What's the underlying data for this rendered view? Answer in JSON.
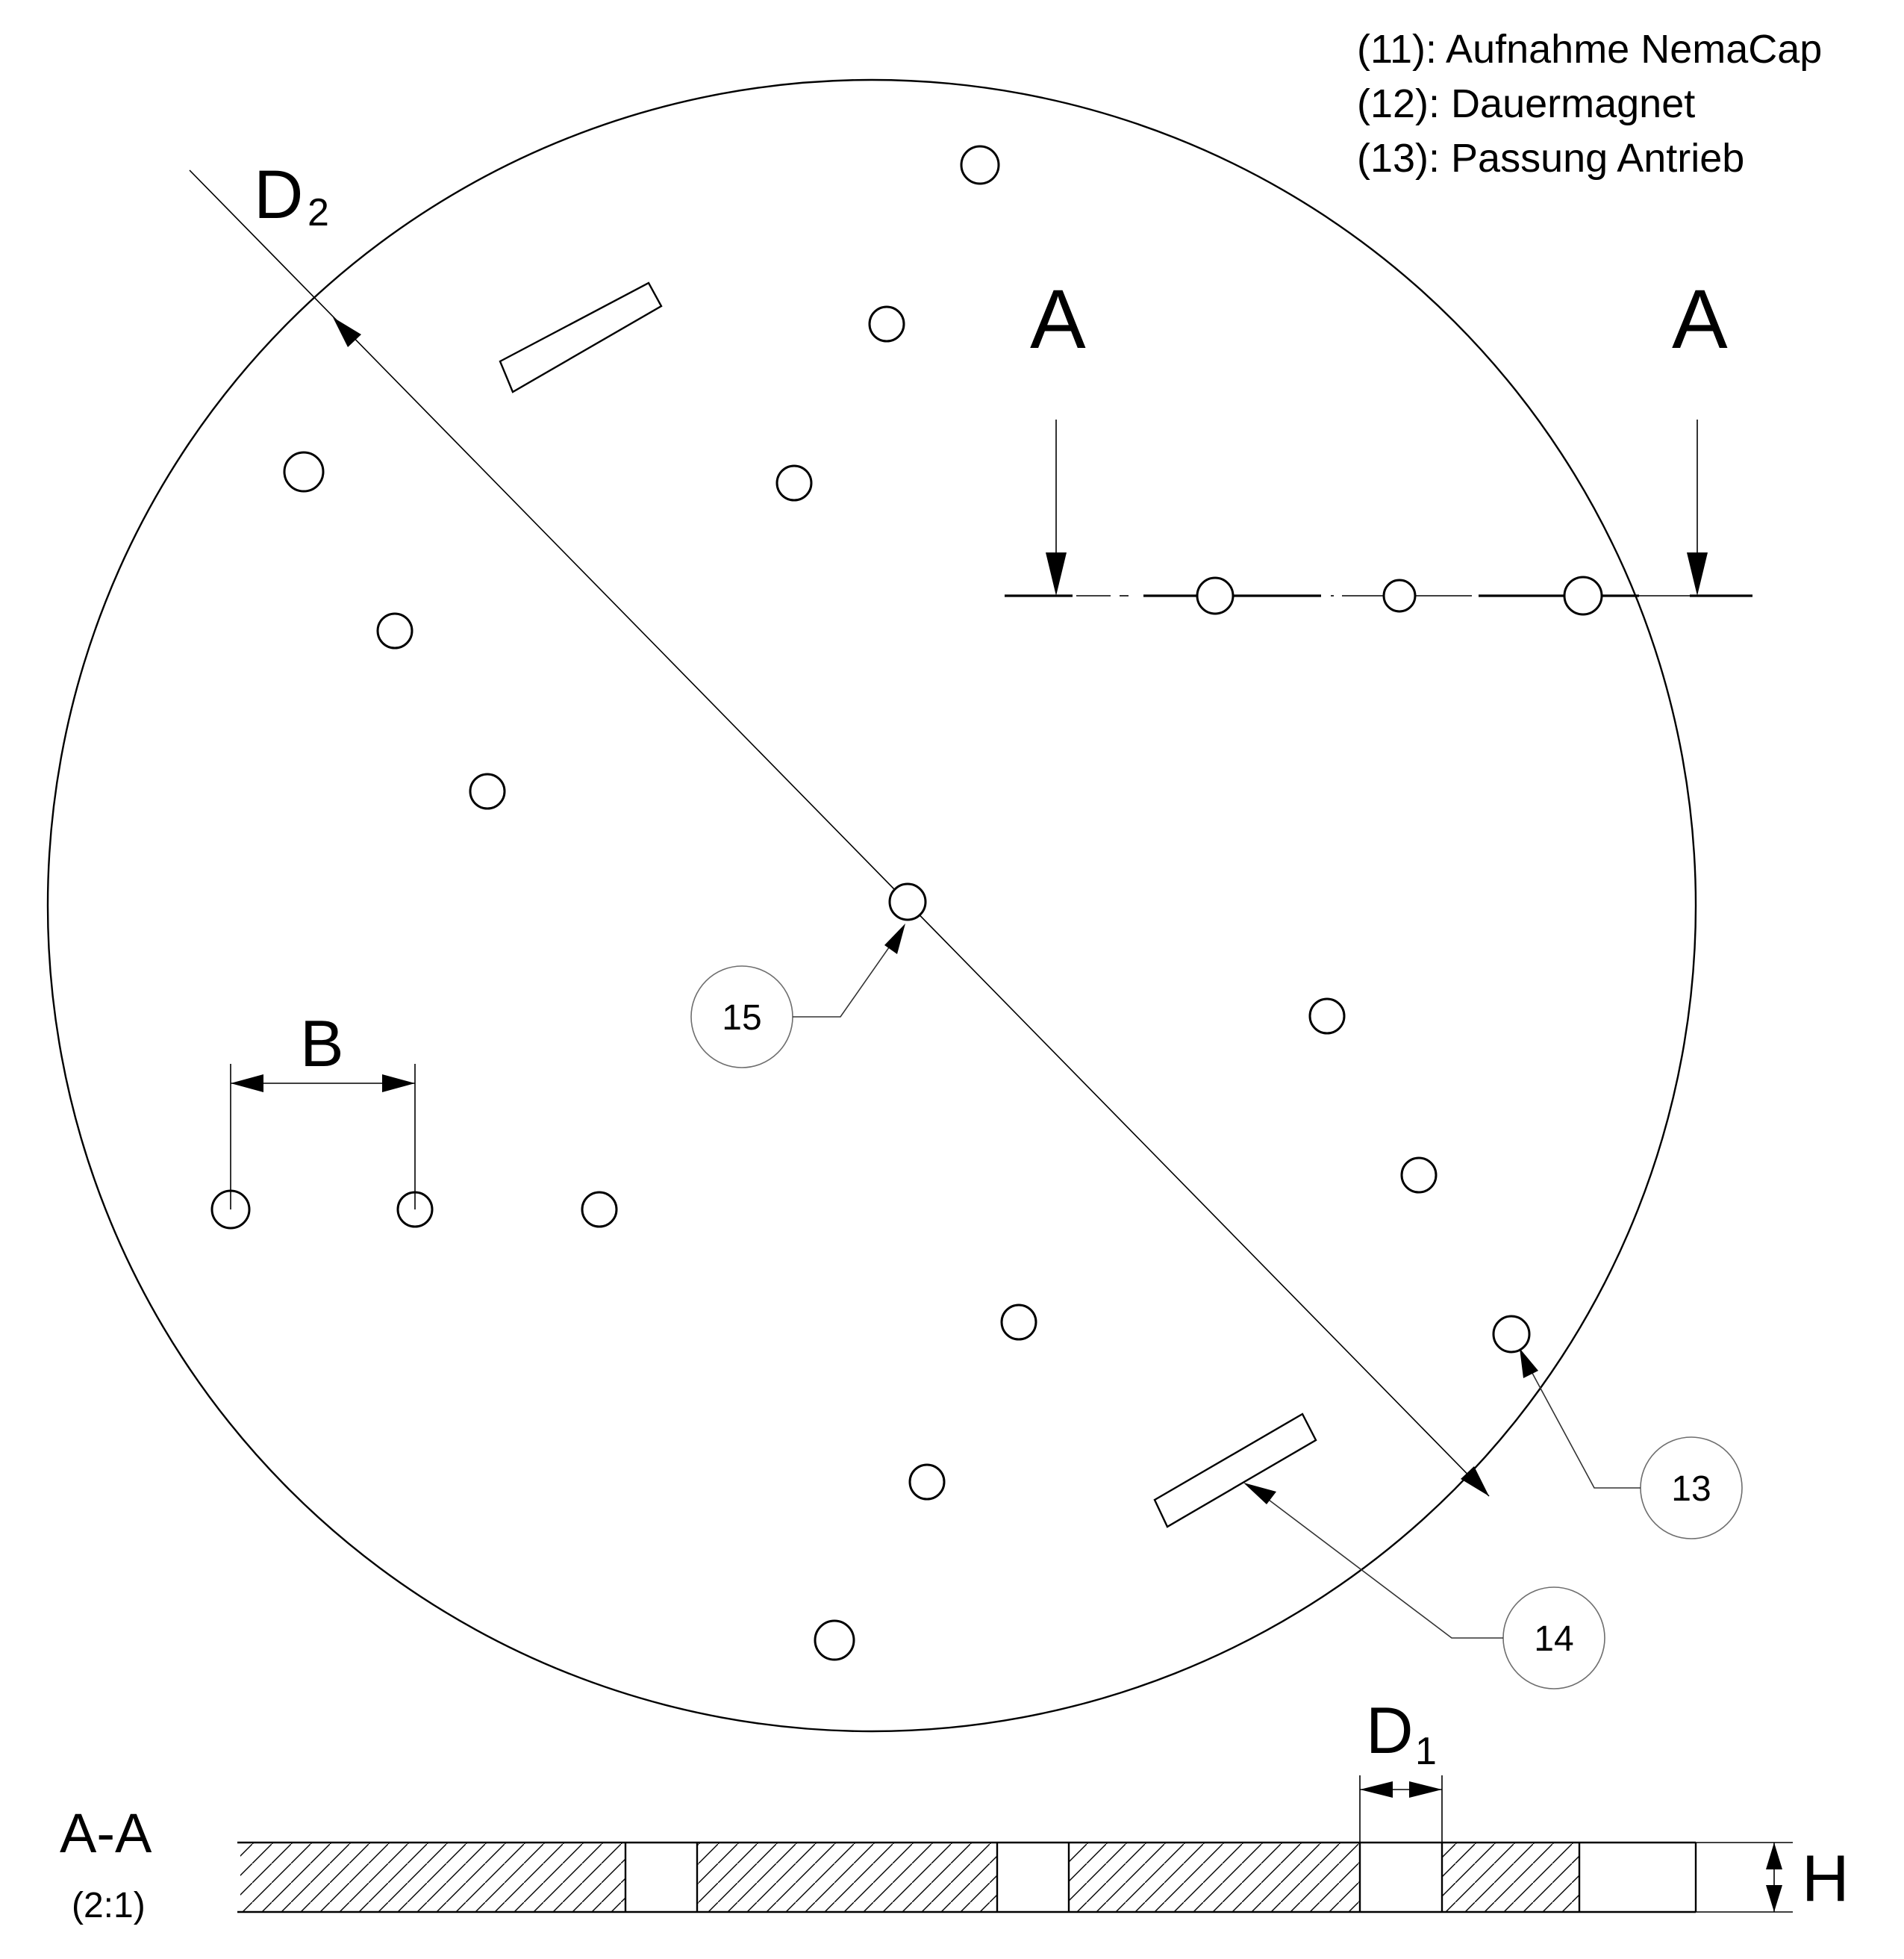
{
  "legend": [
    "(11): Aufnahme NemaCap",
    "(12): Dauermagnet",
    "(13): Passung Antrieb"
  ],
  "labels": {
    "section_marker_left": "A",
    "section_marker_right": "A",
    "dim_d2": "D",
    "dim_d2_sub": "2",
    "dim_b": "B",
    "dim_d1": "D",
    "dim_d1_sub": "1",
    "dim_h": "H"
  },
  "callouts": {
    "c15": "15",
    "c13": "13",
    "c14": "14"
  },
  "section_view": {
    "title": "A-A",
    "scale": "(2:1)"
  }
}
